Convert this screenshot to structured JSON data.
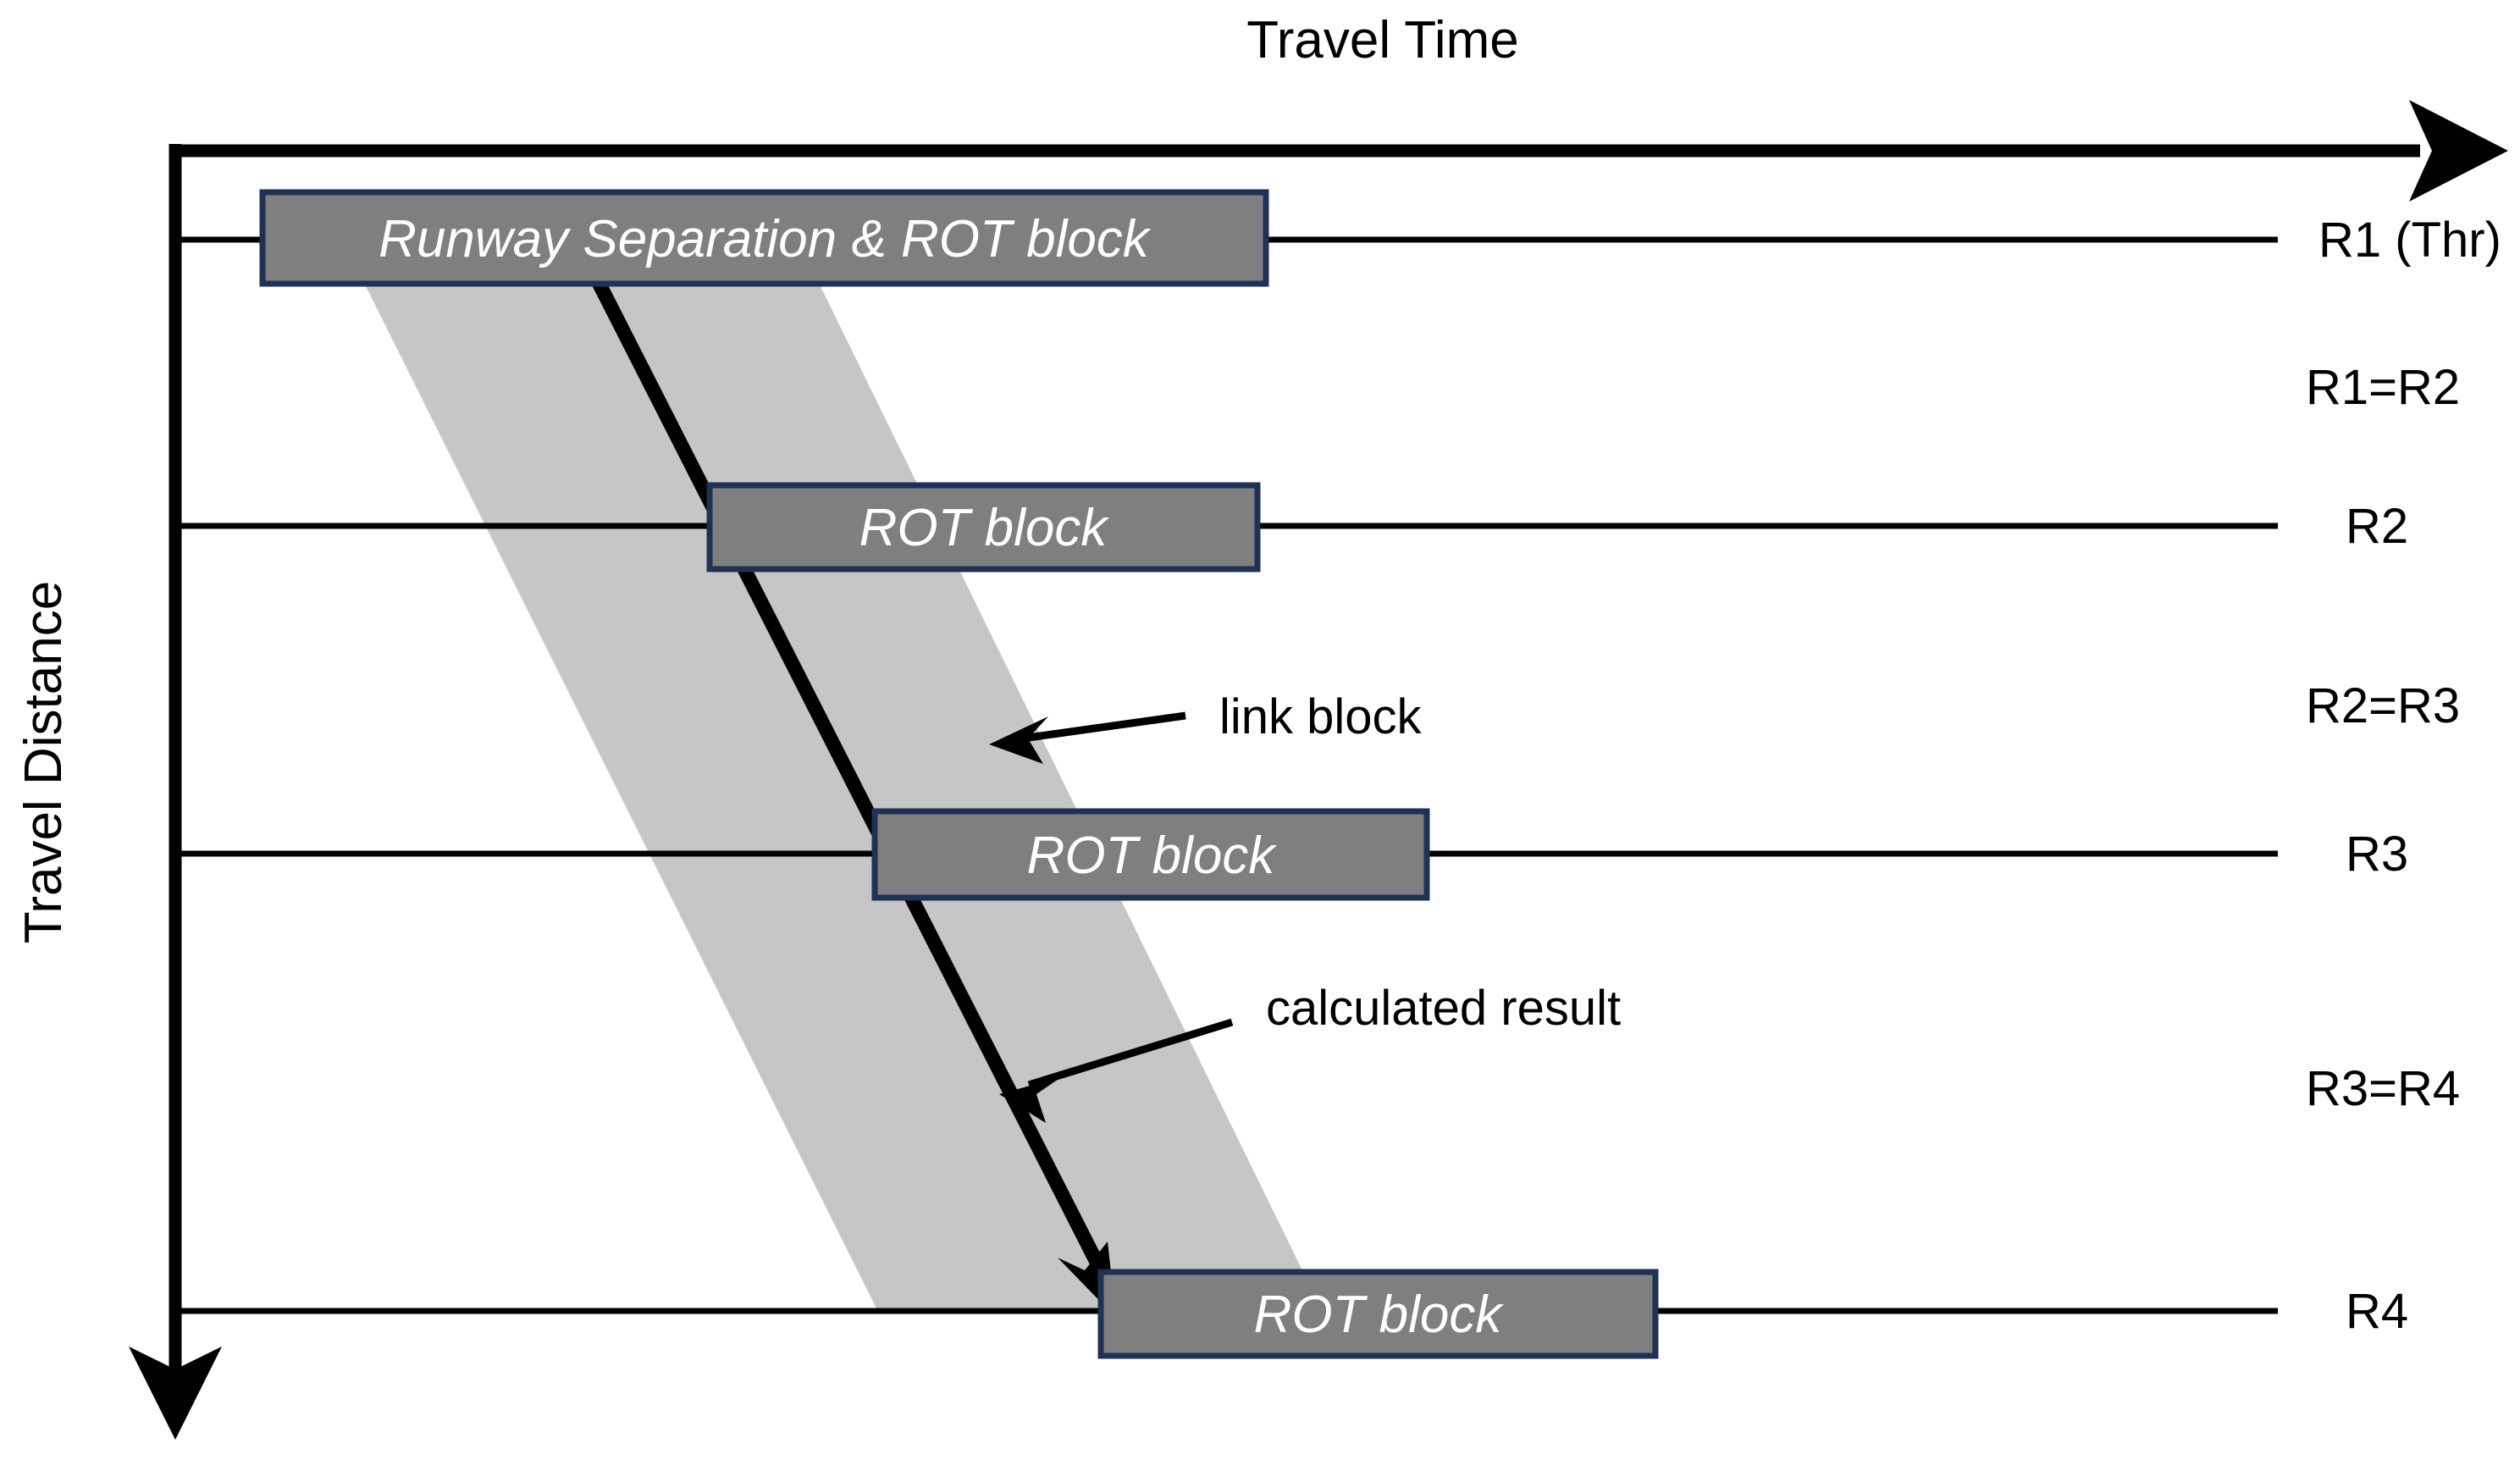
{
  "diagram": {
    "title": "Travel Time",
    "axes": {
      "x_label": "Travel Time",
      "y_label": "Travel Distance",
      "x_arrow": "arrow-right-icon",
      "y_arrow": "arrow-down-icon"
    },
    "level_labels": [
      {
        "id": "r1",
        "text": "R1 (Thr)",
        "has_line": true
      },
      {
        "id": "r1r2",
        "text": "R1=R2",
        "has_line": false
      },
      {
        "id": "r2",
        "text": "R2",
        "has_line": true
      },
      {
        "id": "r2r3",
        "text": "R2=R3",
        "has_line": false
      },
      {
        "id": "r3",
        "text": "R3",
        "has_line": true
      },
      {
        "id": "r3r4",
        "text": "R3=R4",
        "has_line": false
      },
      {
        "id": "r4",
        "text": "R4",
        "has_line": true
      }
    ],
    "blocks": [
      {
        "id": "block-r1",
        "label": "Runway Separation & ROT block"
      },
      {
        "id": "block-r2",
        "label": "ROT block"
      },
      {
        "id": "block-r3",
        "label": "ROT block"
      },
      {
        "id": "block-r4",
        "label": "ROT block"
      }
    ],
    "annotations": [
      {
        "id": "link-block",
        "text": "link block"
      },
      {
        "id": "calculated-result",
        "text": "calculated result"
      }
    ],
    "colors": {
      "block_fill": "#7f7f7f",
      "block_border": "#1f3255",
      "band_fill": "#c6c6c6",
      "line": "#000000",
      "background": "#ffffff"
    }
  }
}
